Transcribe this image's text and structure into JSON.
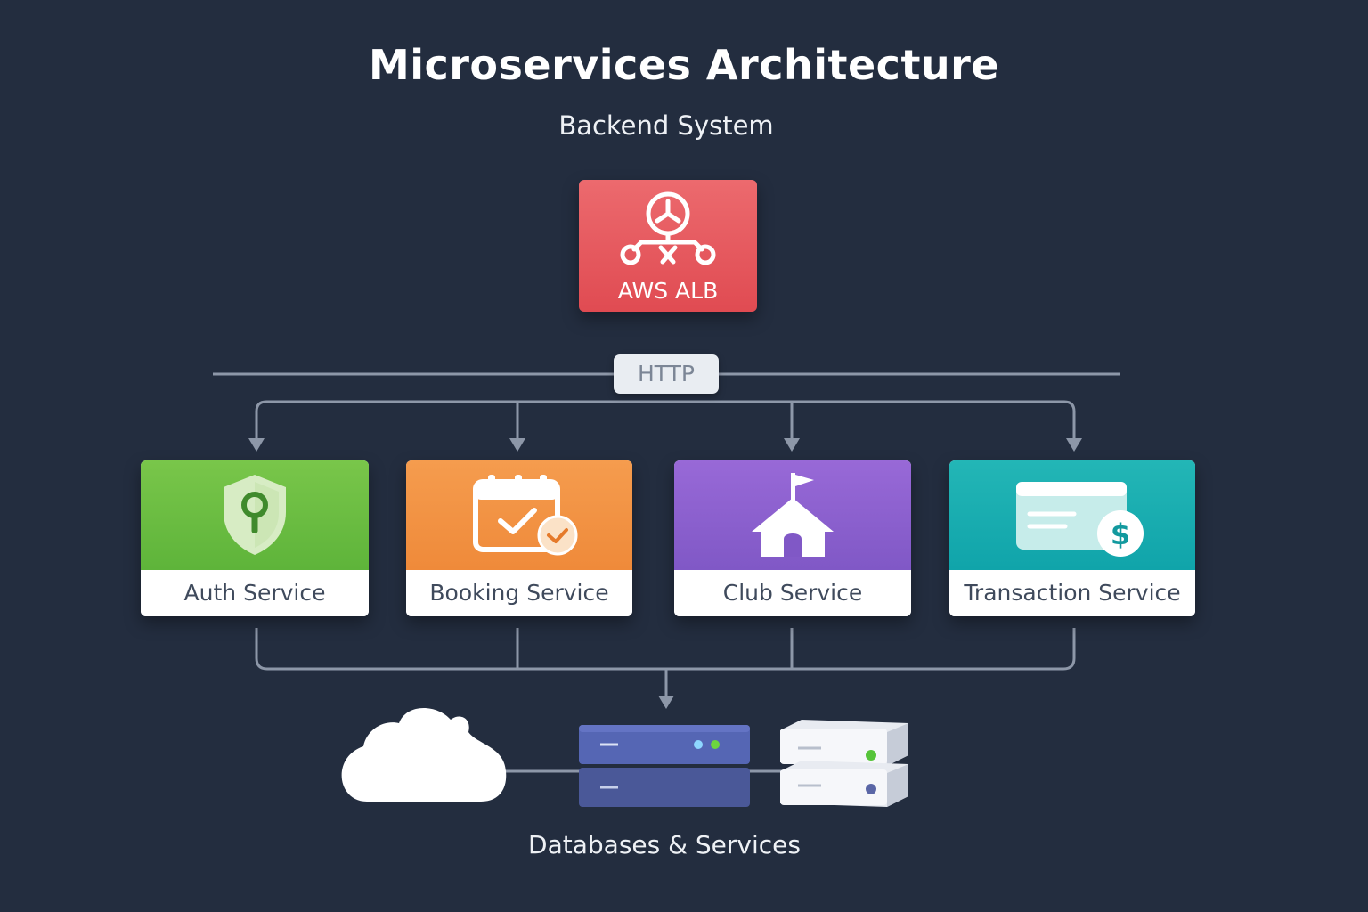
{
  "header": {
    "title": "Microservices Architecture",
    "subtitle": "Backend System"
  },
  "gateway": {
    "label": "AWS ALB",
    "icon": "load-balancer-icon",
    "color": "#e5545a"
  },
  "bus": {
    "protocol": "HTTP"
  },
  "services": [
    {
      "label": "Auth Service",
      "icon": "shield-keyhole-icon",
      "color": "#6cbd44"
    },
    {
      "label": "Booking Service",
      "icon": "calendar-check-icon",
      "color": "#f2923f"
    },
    {
      "label": "Club Service",
      "icon": "clubhouse-flag-icon",
      "color": "#8a5fcf"
    },
    {
      "label": "Transaction Service",
      "icon": "credit-card-dollar-icon",
      "color": "#17adb0"
    }
  ],
  "data_layer": {
    "label": "Databases & Services",
    "icons": [
      "cloud-icon",
      "database-server-rack-icon",
      "storage-server-icon"
    ]
  },
  "colors": {
    "background": "#232d3f",
    "connector": "#8d97a8"
  }
}
